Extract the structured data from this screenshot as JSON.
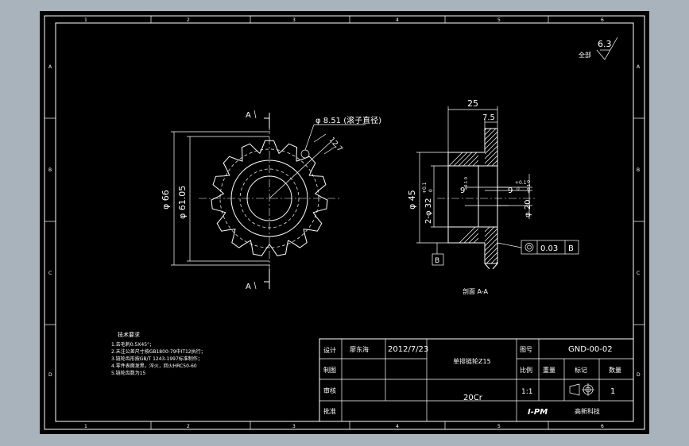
{
  "drawing": {
    "frame_columns": [
      "1",
      "2",
      "3",
      "4",
      "5",
      "6"
    ],
    "frame_rows": [
      "A",
      "B",
      "C",
      "D"
    ]
  },
  "roughness": {
    "value": "6.3",
    "label": "全部"
  },
  "front_view": {
    "section_mark": "A",
    "dim_outer": "φ 66",
    "dim_pitch": "φ 61.05",
    "dim_roller": "φ 8.51 (滚子直径)",
    "dim_tooth": "12.7"
  },
  "section_view": {
    "dim_length": "25",
    "dim_hub": "7.5",
    "dim_dia": "φ 45",
    "dim_bore2": "2-φ 32",
    "dim_bore2_tol_upper": "+0.1",
    "dim_bore2_tol_lower": "0",
    "dim_groove": "9",
    "dim_groove_tol": "+0.1 0",
    "dim_keyway": "9",
    "dim_keyway_tol_upper": "+0.1",
    "dim_keyway_tol_lower": "0",
    "dim_hole": "φ 20",
    "dim_hole_tol": "+0.1 0",
    "datum": "B",
    "gdt_symbol": "◎",
    "gdt_value": "0.03",
    "gdt_datum": "B",
    "caption": "剖面 A-A"
  },
  "tech_notes": {
    "title": "技术要求",
    "lines": [
      "1.去毛刺0.5X45°；",
      "2.未注公差尺寸按GB1800-79中IT12执行；",
      "3.链轮齿形按GB/T 1243-1997标准制作；",
      "4.零件表面发黑，淬火，回火HRC50-60",
      "5.链轮齿数为15"
    ]
  },
  "title_block": {
    "design_label": "设计",
    "designer": "廖东海",
    "date": "2012/7/23",
    "part_name": "单排链轮Z15",
    "drawing_no_label": "图号",
    "drawing_no": "GND-00-02",
    "draw_label": "制图",
    "scale_label": "比例",
    "weight_label": "重量",
    "mark_label": "标记",
    "qty_label": "数量",
    "review_label": "审核",
    "material": "20Cr",
    "scale": "1:1",
    "qty": "1",
    "approve_label": "批准",
    "company_logo": "I-PM",
    "company": "高新科技"
  }
}
